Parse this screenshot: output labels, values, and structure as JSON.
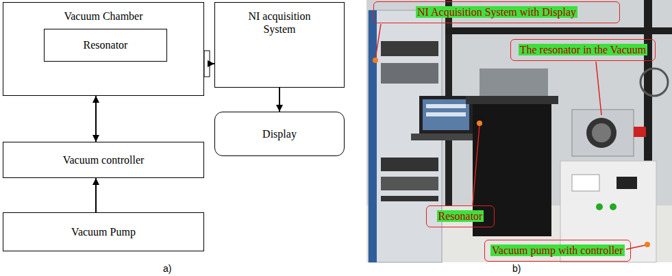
{
  "diagram": {
    "nodes": [
      {
        "text": [
          "Vacuum Chamber"
        ]
      },
      {
        "text": [
          "Resonator"
        ],
        "in": 0
      },
      {
        "text": [
          "NI acquisition System"
        ]
      },
      {
        "text": [
          "Display"
        ]
      },
      {
        "text": [
          "Vacuum controller"
        ]
      },
      {
        "text": [
          "Vacuum Pump"
        ]
      },
      {
        "text": [
          "NI Acquisition System with Display"
        ]
      },
      {
        "text": [
          "The resonator in the Vacuum"
        ]
      },
      {
        "text": [
          "Resonator"
        ]
      },
      {
        "text": [
          "Vacuum pump with controller"
        ]
      }
    ],
    "edges": [
      {
        "from": 0,
        "to": 2,
        "arrow": "to"
      },
      {
        "from": 2,
        "to": 3,
        "arrow": "to"
      },
      {
        "from": 0,
        "to": 4,
        "arrow": "both"
      },
      {
        "from": 5,
        "to": 4,
        "arrow": "to"
      }
    ],
    "labels": [
      "a)",
      "b)"
    ]
  }
}
